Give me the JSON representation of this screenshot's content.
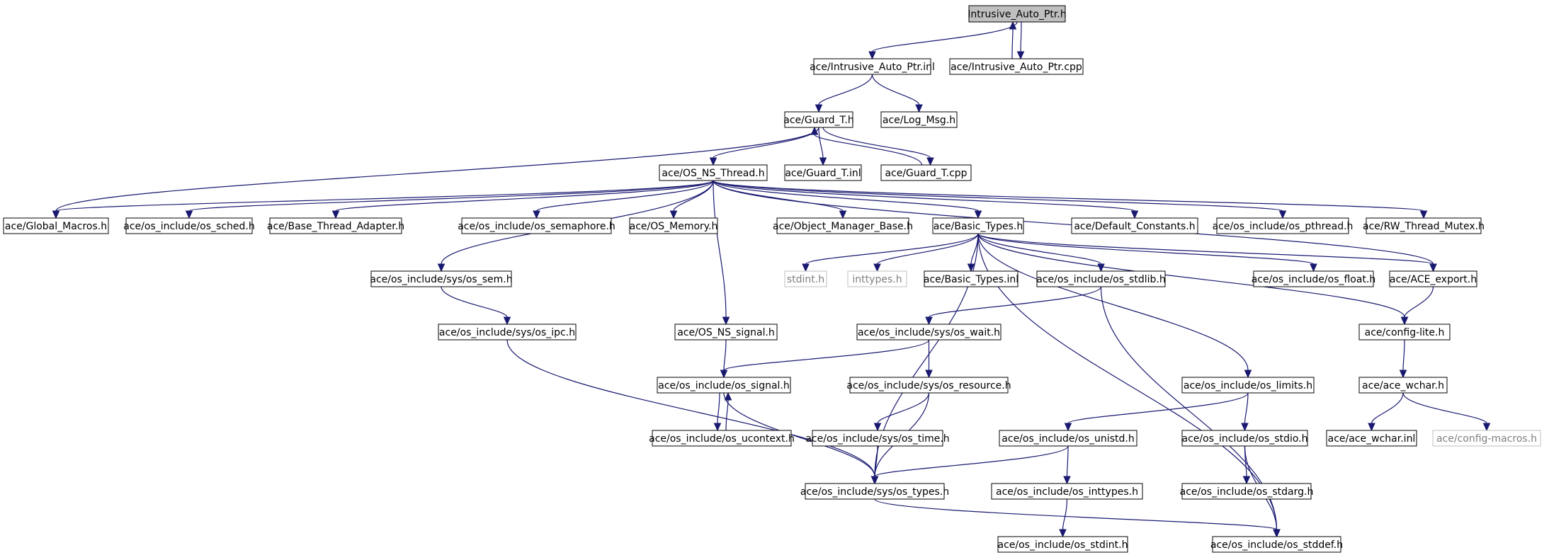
{
  "colors": {
    "edge": "#191970",
    "node_border": "#000000",
    "node_fill": "#ffffff",
    "root_fill": "#bfbfbf",
    "external_border": "#bfbfbf",
    "external_text": "#7f7f7f"
  },
  "nodes": [
    {
      "id": "root",
      "label": "Intrusive_Auto_Ptr.h",
      "kind": "root"
    },
    {
      "id": "ap_inl",
      "label": "ace/Intrusive_Auto_Ptr.inl",
      "kind": "file"
    },
    {
      "id": "ap_cpp",
      "label": "ace/Intrusive_Auto_Ptr.cpp",
      "kind": "file"
    },
    {
      "id": "guard_h",
      "label": "ace/Guard_T.h",
      "kind": "file"
    },
    {
      "id": "log_msg",
      "label": "ace/Log_Msg.h",
      "kind": "file"
    },
    {
      "id": "os_thread",
      "label": "ace/OS_NS_Thread.h",
      "kind": "file"
    },
    {
      "id": "guard_inl",
      "label": "ace/Guard_T.inl",
      "kind": "file"
    },
    {
      "id": "guard_cpp",
      "label": "ace/Guard_T.cpp",
      "kind": "file"
    },
    {
      "id": "global_macros",
      "label": "ace/Global_Macros.h",
      "kind": "file"
    },
    {
      "id": "os_sched",
      "label": "ace/os_include/os_sched.h",
      "kind": "file"
    },
    {
      "id": "base_thread",
      "label": "ace/Base_Thread_Adapter.h",
      "kind": "file"
    },
    {
      "id": "os_semaphore",
      "label": "ace/os_include/os_semaphore.h",
      "kind": "file"
    },
    {
      "id": "os_memory",
      "label": "ace/OS_Memory.h",
      "kind": "file"
    },
    {
      "id": "obj_mgr",
      "label": "ace/Object_Manager_Base.h",
      "kind": "file"
    },
    {
      "id": "basic_types",
      "label": "ace/Basic_Types.h",
      "kind": "file"
    },
    {
      "id": "default_const",
      "label": "ace/Default_Constants.h",
      "kind": "file"
    },
    {
      "id": "os_pthread",
      "label": "ace/os_include/os_pthread.h",
      "kind": "file"
    },
    {
      "id": "rw_mutex",
      "label": "ace/RW_Thread_Mutex.h",
      "kind": "file"
    },
    {
      "id": "sys_sem",
      "label": "ace/os_include/sys/os_sem.h",
      "kind": "file"
    },
    {
      "id": "stdint_h",
      "label": "stdint.h",
      "kind": "external"
    },
    {
      "id": "inttypes_h",
      "label": "inttypes.h",
      "kind": "external"
    },
    {
      "id": "basic_inl",
      "label": "ace/Basic_Types.inl",
      "kind": "file"
    },
    {
      "id": "os_stdlib",
      "label": "ace/os_include/os_stdlib.h",
      "kind": "file"
    },
    {
      "id": "os_float",
      "label": "ace/os_include/os_float.h",
      "kind": "file"
    },
    {
      "id": "ace_export",
      "label": "ace/ACE_export.h",
      "kind": "file"
    },
    {
      "id": "sys_ipc",
      "label": "ace/os_include/sys/os_ipc.h",
      "kind": "file"
    },
    {
      "id": "os_ns_signal",
      "label": "ace/OS_NS_signal.h",
      "kind": "file"
    },
    {
      "id": "sys_wait",
      "label": "ace/os_include/sys/os_wait.h",
      "kind": "file"
    },
    {
      "id": "config_lite",
      "label": "ace/config-lite.h",
      "kind": "file"
    },
    {
      "id": "os_signal",
      "label": "ace/os_include/os_signal.h",
      "kind": "file"
    },
    {
      "id": "sys_resource",
      "label": "ace/os_include/sys/os_resource.h",
      "kind": "file"
    },
    {
      "id": "os_limits",
      "label": "ace/os_include/os_limits.h",
      "kind": "file"
    },
    {
      "id": "ace_wchar",
      "label": "ace/ace_wchar.h",
      "kind": "file"
    },
    {
      "id": "os_ucontext",
      "label": "ace/os_include/os_ucontext.h",
      "kind": "file"
    },
    {
      "id": "sys_time",
      "label": "ace/os_include/sys/os_time.h",
      "kind": "file"
    },
    {
      "id": "os_unistd",
      "label": "ace/os_include/os_unistd.h",
      "kind": "file"
    },
    {
      "id": "os_stdio",
      "label": "ace/os_include/os_stdio.h",
      "kind": "file"
    },
    {
      "id": "ace_wchar_inl",
      "label": "ace/ace_wchar.inl",
      "kind": "file"
    },
    {
      "id": "config_macros",
      "label": "ace/config-macros.h",
      "kind": "external"
    },
    {
      "id": "sys_types",
      "label": "ace/os_include/sys/os_types.h",
      "kind": "file"
    },
    {
      "id": "os_inttypes",
      "label": "ace/os_include/os_inttypes.h",
      "kind": "file"
    },
    {
      "id": "os_stdarg",
      "label": "ace/os_include/os_stdarg.h",
      "kind": "file"
    },
    {
      "id": "os_stdint",
      "label": "ace/os_include/os_stdint.h",
      "kind": "file"
    },
    {
      "id": "os_stddef",
      "label": "ace/os_include/os_stddef.h",
      "kind": "file"
    }
  ],
  "edges": [
    [
      "root",
      "ap_inl"
    ],
    [
      "root",
      "ap_cpp"
    ],
    [
      "ap_cpp",
      "root"
    ],
    [
      "ap_inl",
      "guard_h"
    ],
    [
      "ap_inl",
      "log_msg"
    ],
    [
      "guard_h",
      "global_macros"
    ],
    [
      "guard_h",
      "os_thread"
    ],
    [
      "guard_h",
      "guard_inl"
    ],
    [
      "guard_h",
      "guard_cpp"
    ],
    [
      "guard_cpp",
      "guard_h"
    ],
    [
      "os_thread",
      "global_macros"
    ],
    [
      "os_thread",
      "os_sched"
    ],
    [
      "os_thread",
      "base_thread"
    ],
    [
      "os_thread",
      "os_semaphore"
    ],
    [
      "os_thread",
      "os_memory"
    ],
    [
      "os_thread",
      "obj_mgr"
    ],
    [
      "os_thread",
      "basic_types"
    ],
    [
      "os_thread",
      "default_const"
    ],
    [
      "os_thread",
      "os_pthread"
    ],
    [
      "os_thread",
      "rw_mutex"
    ],
    [
      "os_thread",
      "ace_export"
    ],
    [
      "os_thread",
      "sys_sem"
    ],
    [
      "os_thread",
      "os_ns_signal"
    ],
    [
      "basic_types",
      "stdint_h"
    ],
    [
      "basic_types",
      "inttypes_h"
    ],
    [
      "basic_types",
      "basic_inl"
    ],
    [
      "basic_types",
      "os_stdlib"
    ],
    [
      "basic_types",
      "os_float"
    ],
    [
      "basic_types",
      "ace_export"
    ],
    [
      "basic_types",
      "config_lite"
    ],
    [
      "basic_types",
      "os_limits"
    ],
    [
      "basic_types",
      "sys_types"
    ],
    [
      "basic_types",
      "os_stddef"
    ],
    [
      "sys_sem",
      "sys_ipc"
    ],
    [
      "sys_ipc",
      "sys_types"
    ],
    [
      "os_stdlib",
      "sys_wait"
    ],
    [
      "os_stdlib",
      "os_stddef"
    ],
    [
      "ace_export",
      "config_lite"
    ],
    [
      "config_lite",
      "ace_wchar"
    ],
    [
      "ace_wchar",
      "ace_wchar_inl"
    ],
    [
      "ace_wchar",
      "config_macros"
    ],
    [
      "os_ns_signal",
      "os_signal"
    ],
    [
      "sys_wait",
      "os_signal"
    ],
    [
      "sys_wait",
      "sys_resource"
    ],
    [
      "os_signal",
      "os_ucontext"
    ],
    [
      "os_ucontext",
      "os_signal"
    ],
    [
      "os_signal",
      "sys_types"
    ],
    [
      "sys_resource",
      "sys_time"
    ],
    [
      "sys_resource",
      "sys_types"
    ],
    [
      "sys_time",
      "sys_types"
    ],
    [
      "os_limits",
      "os_unistd"
    ],
    [
      "os_limits",
      "os_stdio"
    ],
    [
      "os_unistd",
      "sys_types"
    ],
    [
      "os_unistd",
      "os_inttypes"
    ],
    [
      "os_inttypes",
      "os_stdint"
    ],
    [
      "os_stdio",
      "os_stdarg"
    ],
    [
      "os_stdio",
      "os_stddef"
    ],
    [
      "sys_types",
      "os_stddef"
    ]
  ]
}
